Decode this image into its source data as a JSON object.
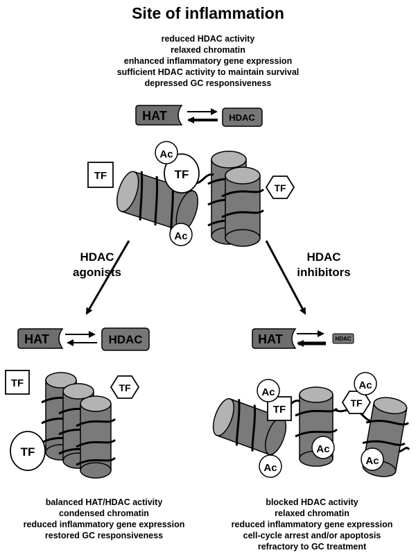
{
  "title": "Site of inflammation",
  "top_block": {
    "lines": [
      "reduced HDAC activity",
      "relaxed chromatin",
      "enhanced inflammatory gene expression",
      "sufficient HDAC activity to maintain survival",
      "depressed GC responsiveness"
    ]
  },
  "labels": {
    "hat": "HAT",
    "hdac": "HDAC",
    "tf": "TF",
    "ac": "Ac"
  },
  "arrows": {
    "left": {
      "line1": "HDAC",
      "line2": "agonists"
    },
    "right": {
      "line1": "HDAC",
      "line2": "inhibitors"
    }
  },
  "left_block": {
    "lines": [
      "balanced HAT/HDAC activity",
      "condensed chromatin",
      "reduced inflammatory gene expression",
      "restored GC responsiveness"
    ]
  },
  "right_block": {
    "lines": [
      "blocked HDAC activity",
      "relaxed chromatin",
      "reduced inflammatory gene expression",
      "cell-cycle arrest and/or apoptosis",
      "refractory to GC treatment"
    ]
  },
  "colors": {
    "cylinder_body": "#7a7a7a",
    "cylinder_top": "#b3b3b3",
    "hat_fill": "#6e6e6e",
    "hdac_fill": "#777777",
    "stroke": "#000000"
  }
}
